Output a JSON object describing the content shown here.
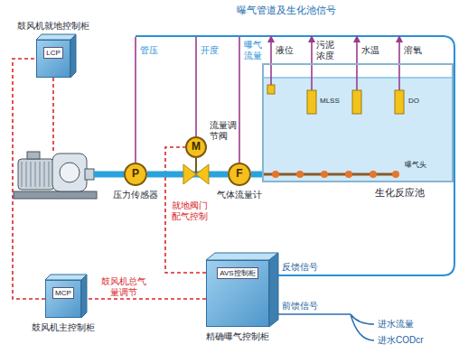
{
  "diagram": {
    "nodes": [
      {
        "text": [
          "鼓风机就地控制柜",
          "LCP"
        ]
      },
      {
        "text": [
          "P",
          "压力传感器"
        ]
      },
      {
        "text": [
          "M",
          "流量调节阀"
        ]
      },
      {
        "text": [
          "F",
          "气体流量计"
        ]
      },
      {
        "text": [
          "生化反应池"
        ]
      },
      {
        "text": [
          "MCP",
          "鼓风机主控制柜"
        ]
      },
      {
        "text": [
          "AVS控制柜",
          "精确曝气控制柜"
        ]
      }
    ],
    "edges": [
      {
        "from": 6,
        "to": 5,
        "arrow": "none",
        "label": "鼓风机总气量调节"
      },
      {
        "from": 5,
        "to": 0,
        "arrow": "none"
      },
      {
        "from": 6,
        "to": 2,
        "arrow": "none",
        "label": "就地阀门配气控制"
      },
      {
        "from": 1,
        "to": 3,
        "arrow": "none"
      },
      {
        "from": 3,
        "to": 4,
        "arrow": "none"
      }
    ],
    "labels": [
      "曝气管道及生化池信号",
      "管压",
      "开度",
      "曝气流量",
      "液位",
      "污泥浓度",
      "水温",
      "溶氧",
      "MLSS",
      "DO",
      "曝气头",
      "反馈信号",
      "前馈信号",
      "进水流量",
      "进水CODcr"
    ]
  }
}
